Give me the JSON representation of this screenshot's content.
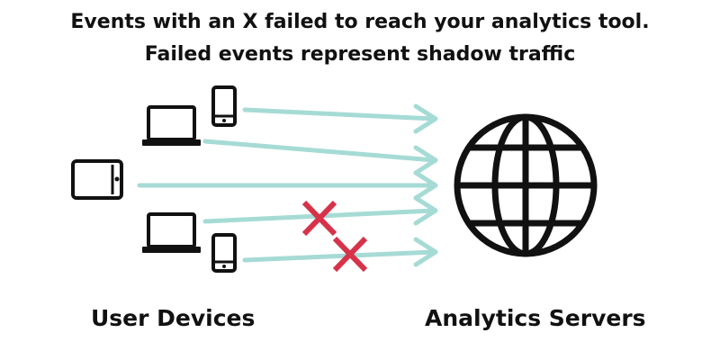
{
  "title": {
    "line1": "Events with an X failed to reach your analytics tool.",
    "line2": "Failed events represent shadow traffic"
  },
  "labels": {
    "devices": "User Devices",
    "servers": "Analytics Servers"
  },
  "colors": {
    "arrow": "#a6dbd5",
    "failure_x": "#d6334a",
    "ink": "#111111"
  },
  "devices": [
    {
      "type": "phone-icon",
      "event_failed": false
    },
    {
      "type": "laptop-icon",
      "event_failed": false
    },
    {
      "type": "tablet-icon",
      "event_failed": false
    },
    {
      "type": "laptop-icon",
      "event_failed": true
    },
    {
      "type": "phone-icon",
      "event_failed": true
    }
  ],
  "server_icon": "globe-icon"
}
